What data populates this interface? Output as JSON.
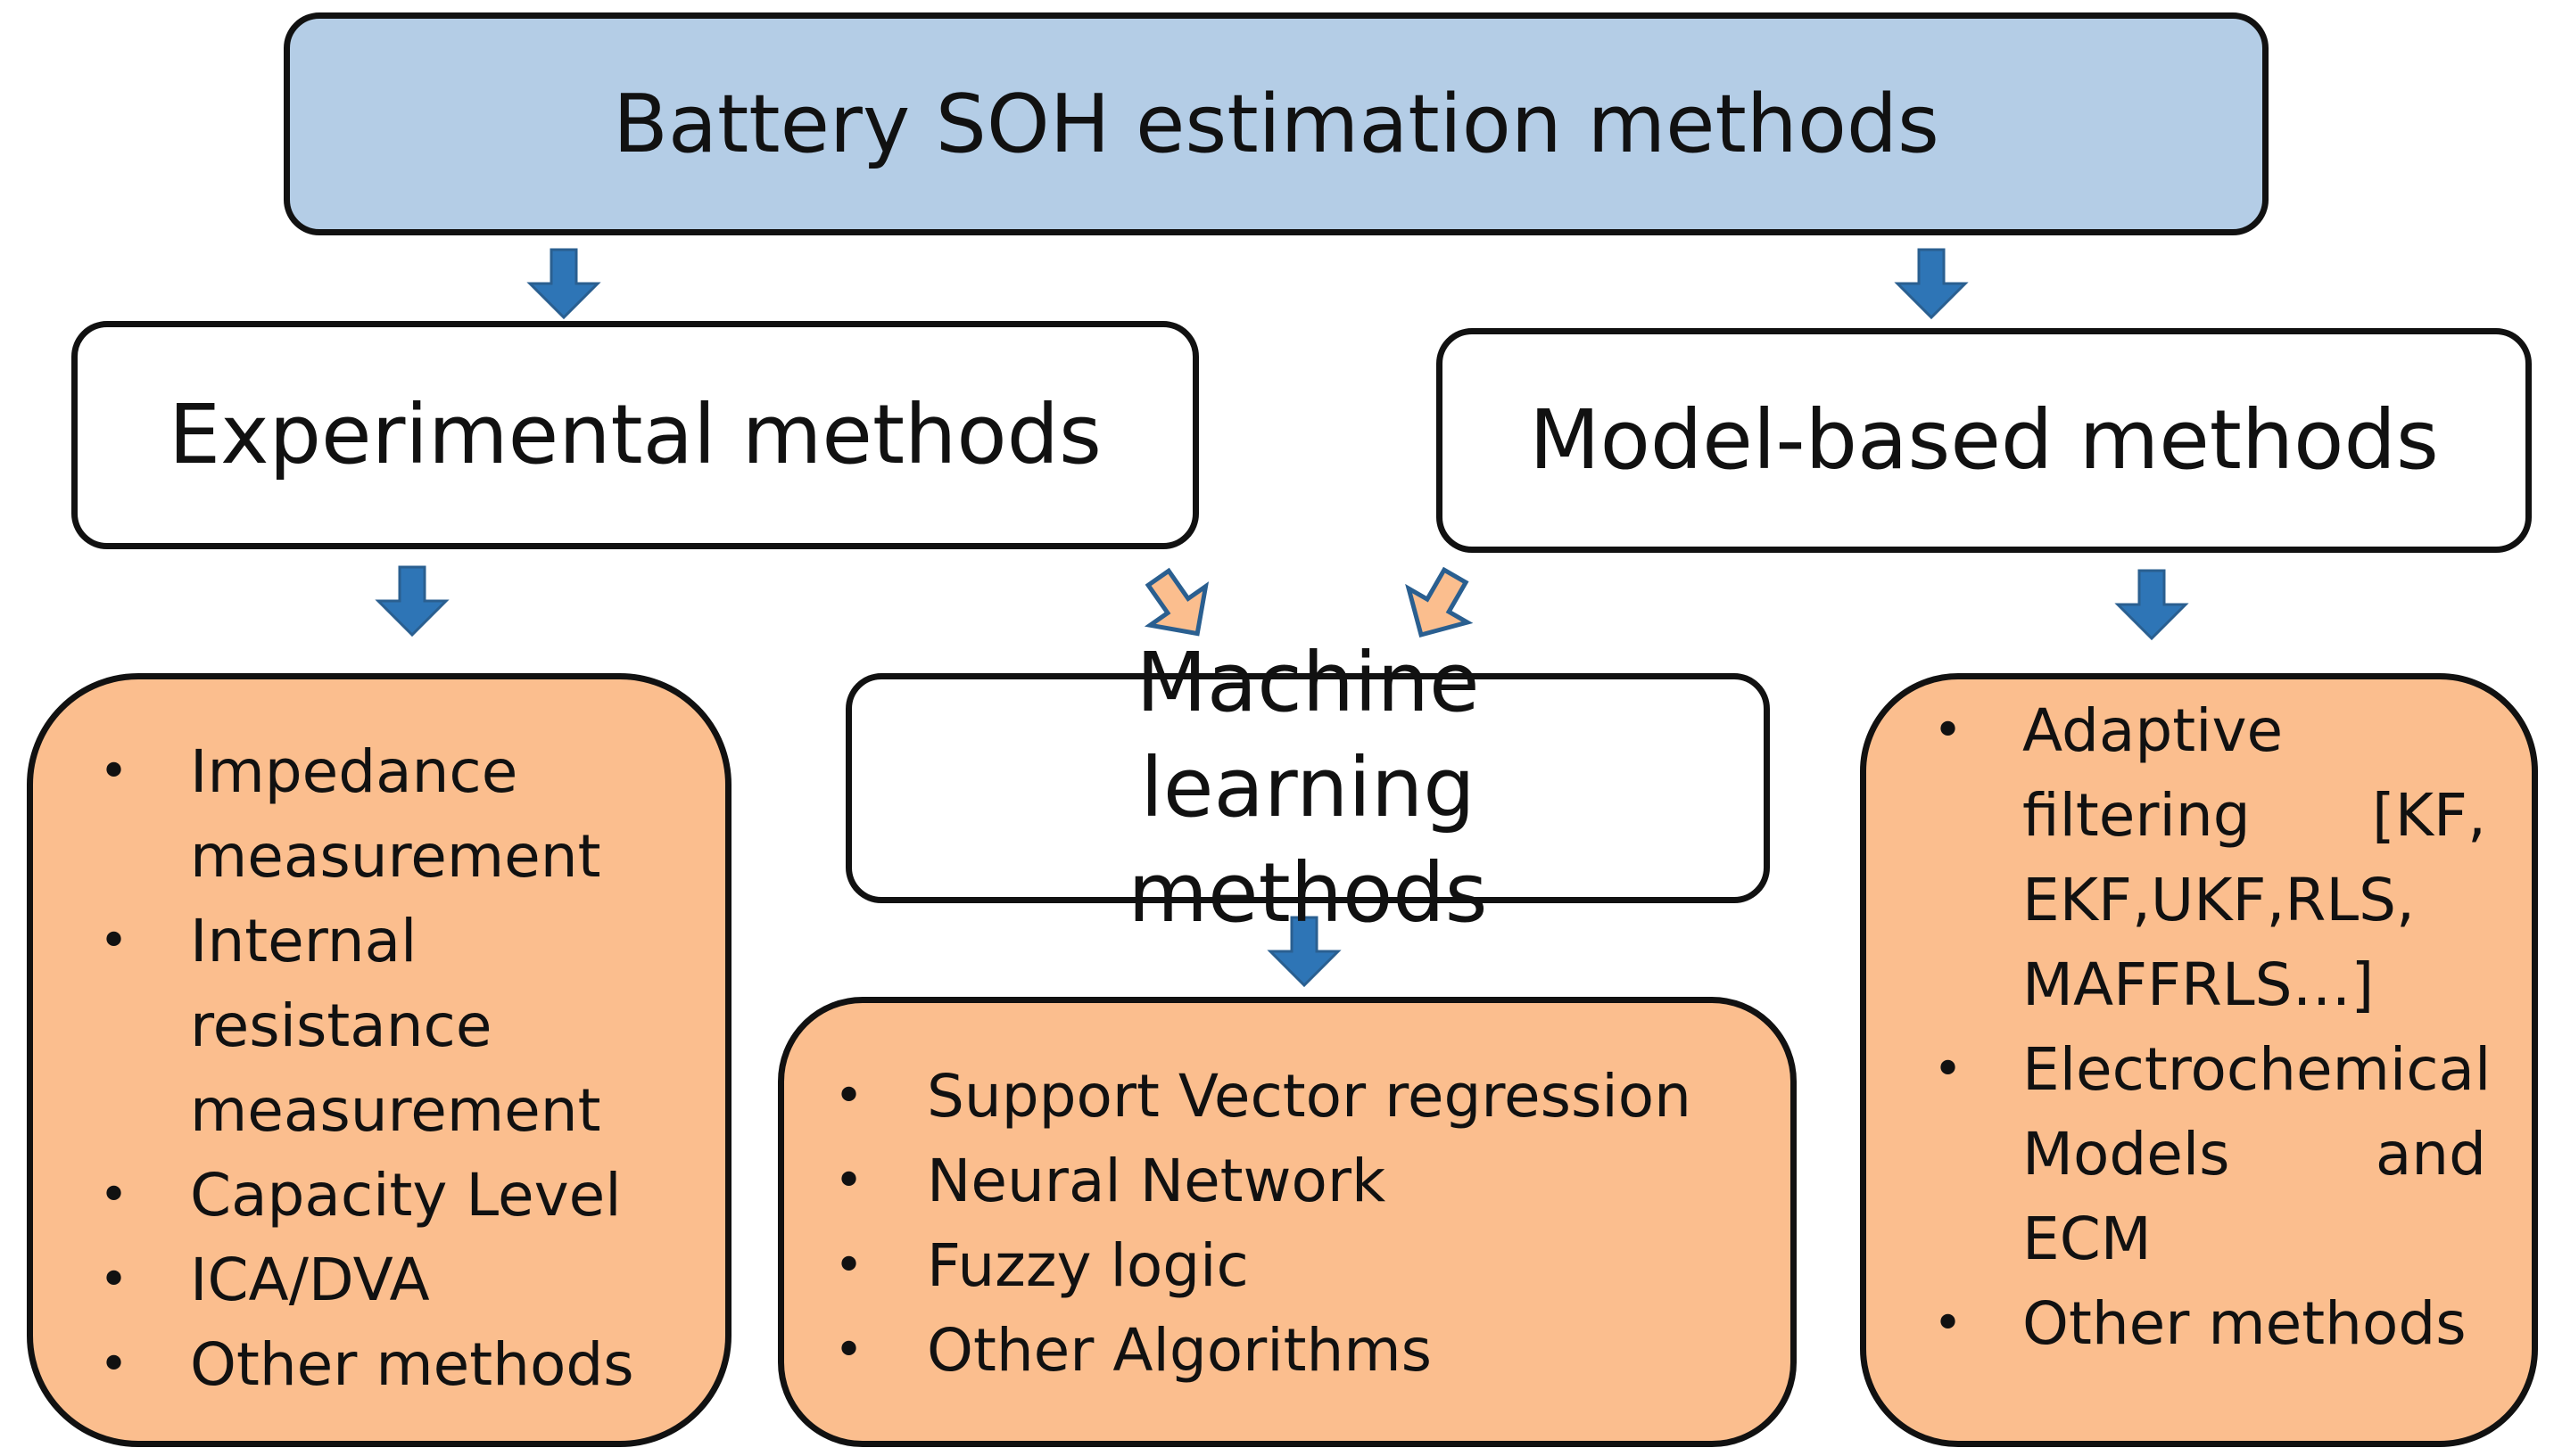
{
  "title": "Battery SOH estimation methods",
  "experimental": {
    "heading": "Experimental methods",
    "items": [
      "Impedance measurement",
      "Internal resistance measurement",
      "Capacity Level",
      "ICA/DVA",
      "Other methods"
    ]
  },
  "model_based": {
    "heading": "Model-based methods",
    "items": [
      "Adaptive filtering [KF, EKF,UKF,RLS, MAFFRLS…]",
      "Electrochemical Models and ECM",
      "Other methods"
    ]
  },
  "machine_learning": {
    "heading": "Machine learning methods",
    "items": [
      "Support Vector regression",
      "Neural Network",
      "Fuzzy logic",
      "Other Algorithms"
    ]
  },
  "bullet": "•",
  "colors": {
    "title_fill": "#b4cde6",
    "list_fill": "#fbbe8e",
    "blue_arrow": "#2e75b6",
    "orange_arrow_fill": "#fbbe8e",
    "outline": "#111111"
  }
}
